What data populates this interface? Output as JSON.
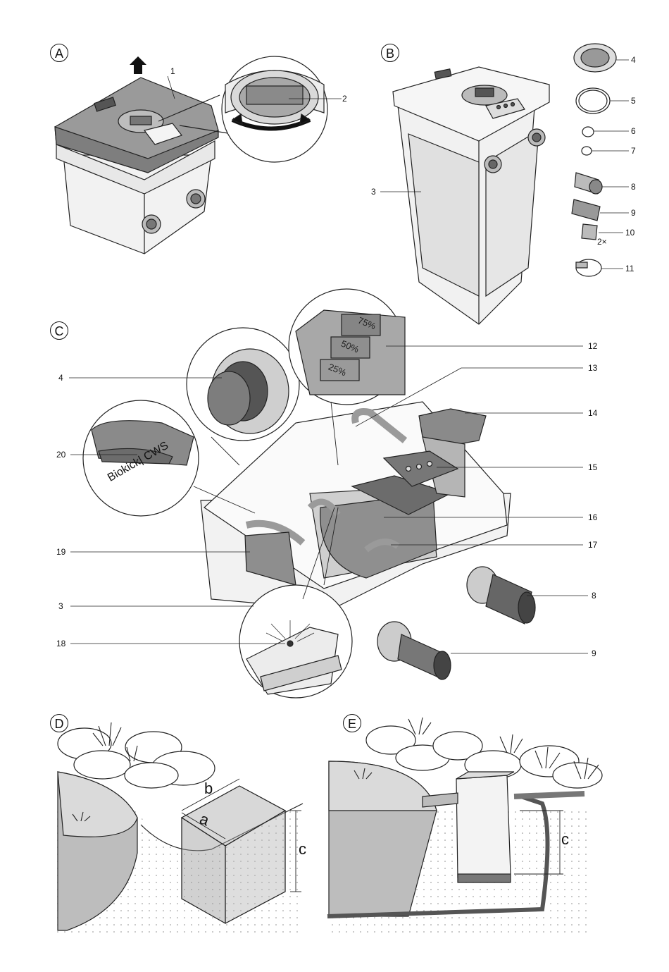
{
  "panels": {
    "A": "A",
    "B": "B",
    "C": "C",
    "D": "D",
    "E": "E"
  },
  "callouts": {
    "n1": "1",
    "n2": "2",
    "n3_b": "3",
    "n4_b": "4",
    "n5": "5",
    "n6": "6",
    "n7": "7",
    "n8_b": "8",
    "n9_b": "9",
    "n10": "10",
    "n10_qty": "2×",
    "n11": "11",
    "n12": "12",
    "n13": "13",
    "n14": "14",
    "n15": "15",
    "n16": "16",
    "n17": "17",
    "n4_c": "4",
    "n20": "20",
    "n19": "19",
    "n3_c": "3",
    "n18": "18",
    "n8_c": "8",
    "n9_c": "9"
  },
  "labels": {
    "step_75": "75%",
    "step_50": "50%",
    "step_25": "25%",
    "biokick": "Biokick| CWS"
  },
  "dimensions": {
    "a": "a",
    "b": "b",
    "c_d": "c",
    "c_e": "c"
  }
}
